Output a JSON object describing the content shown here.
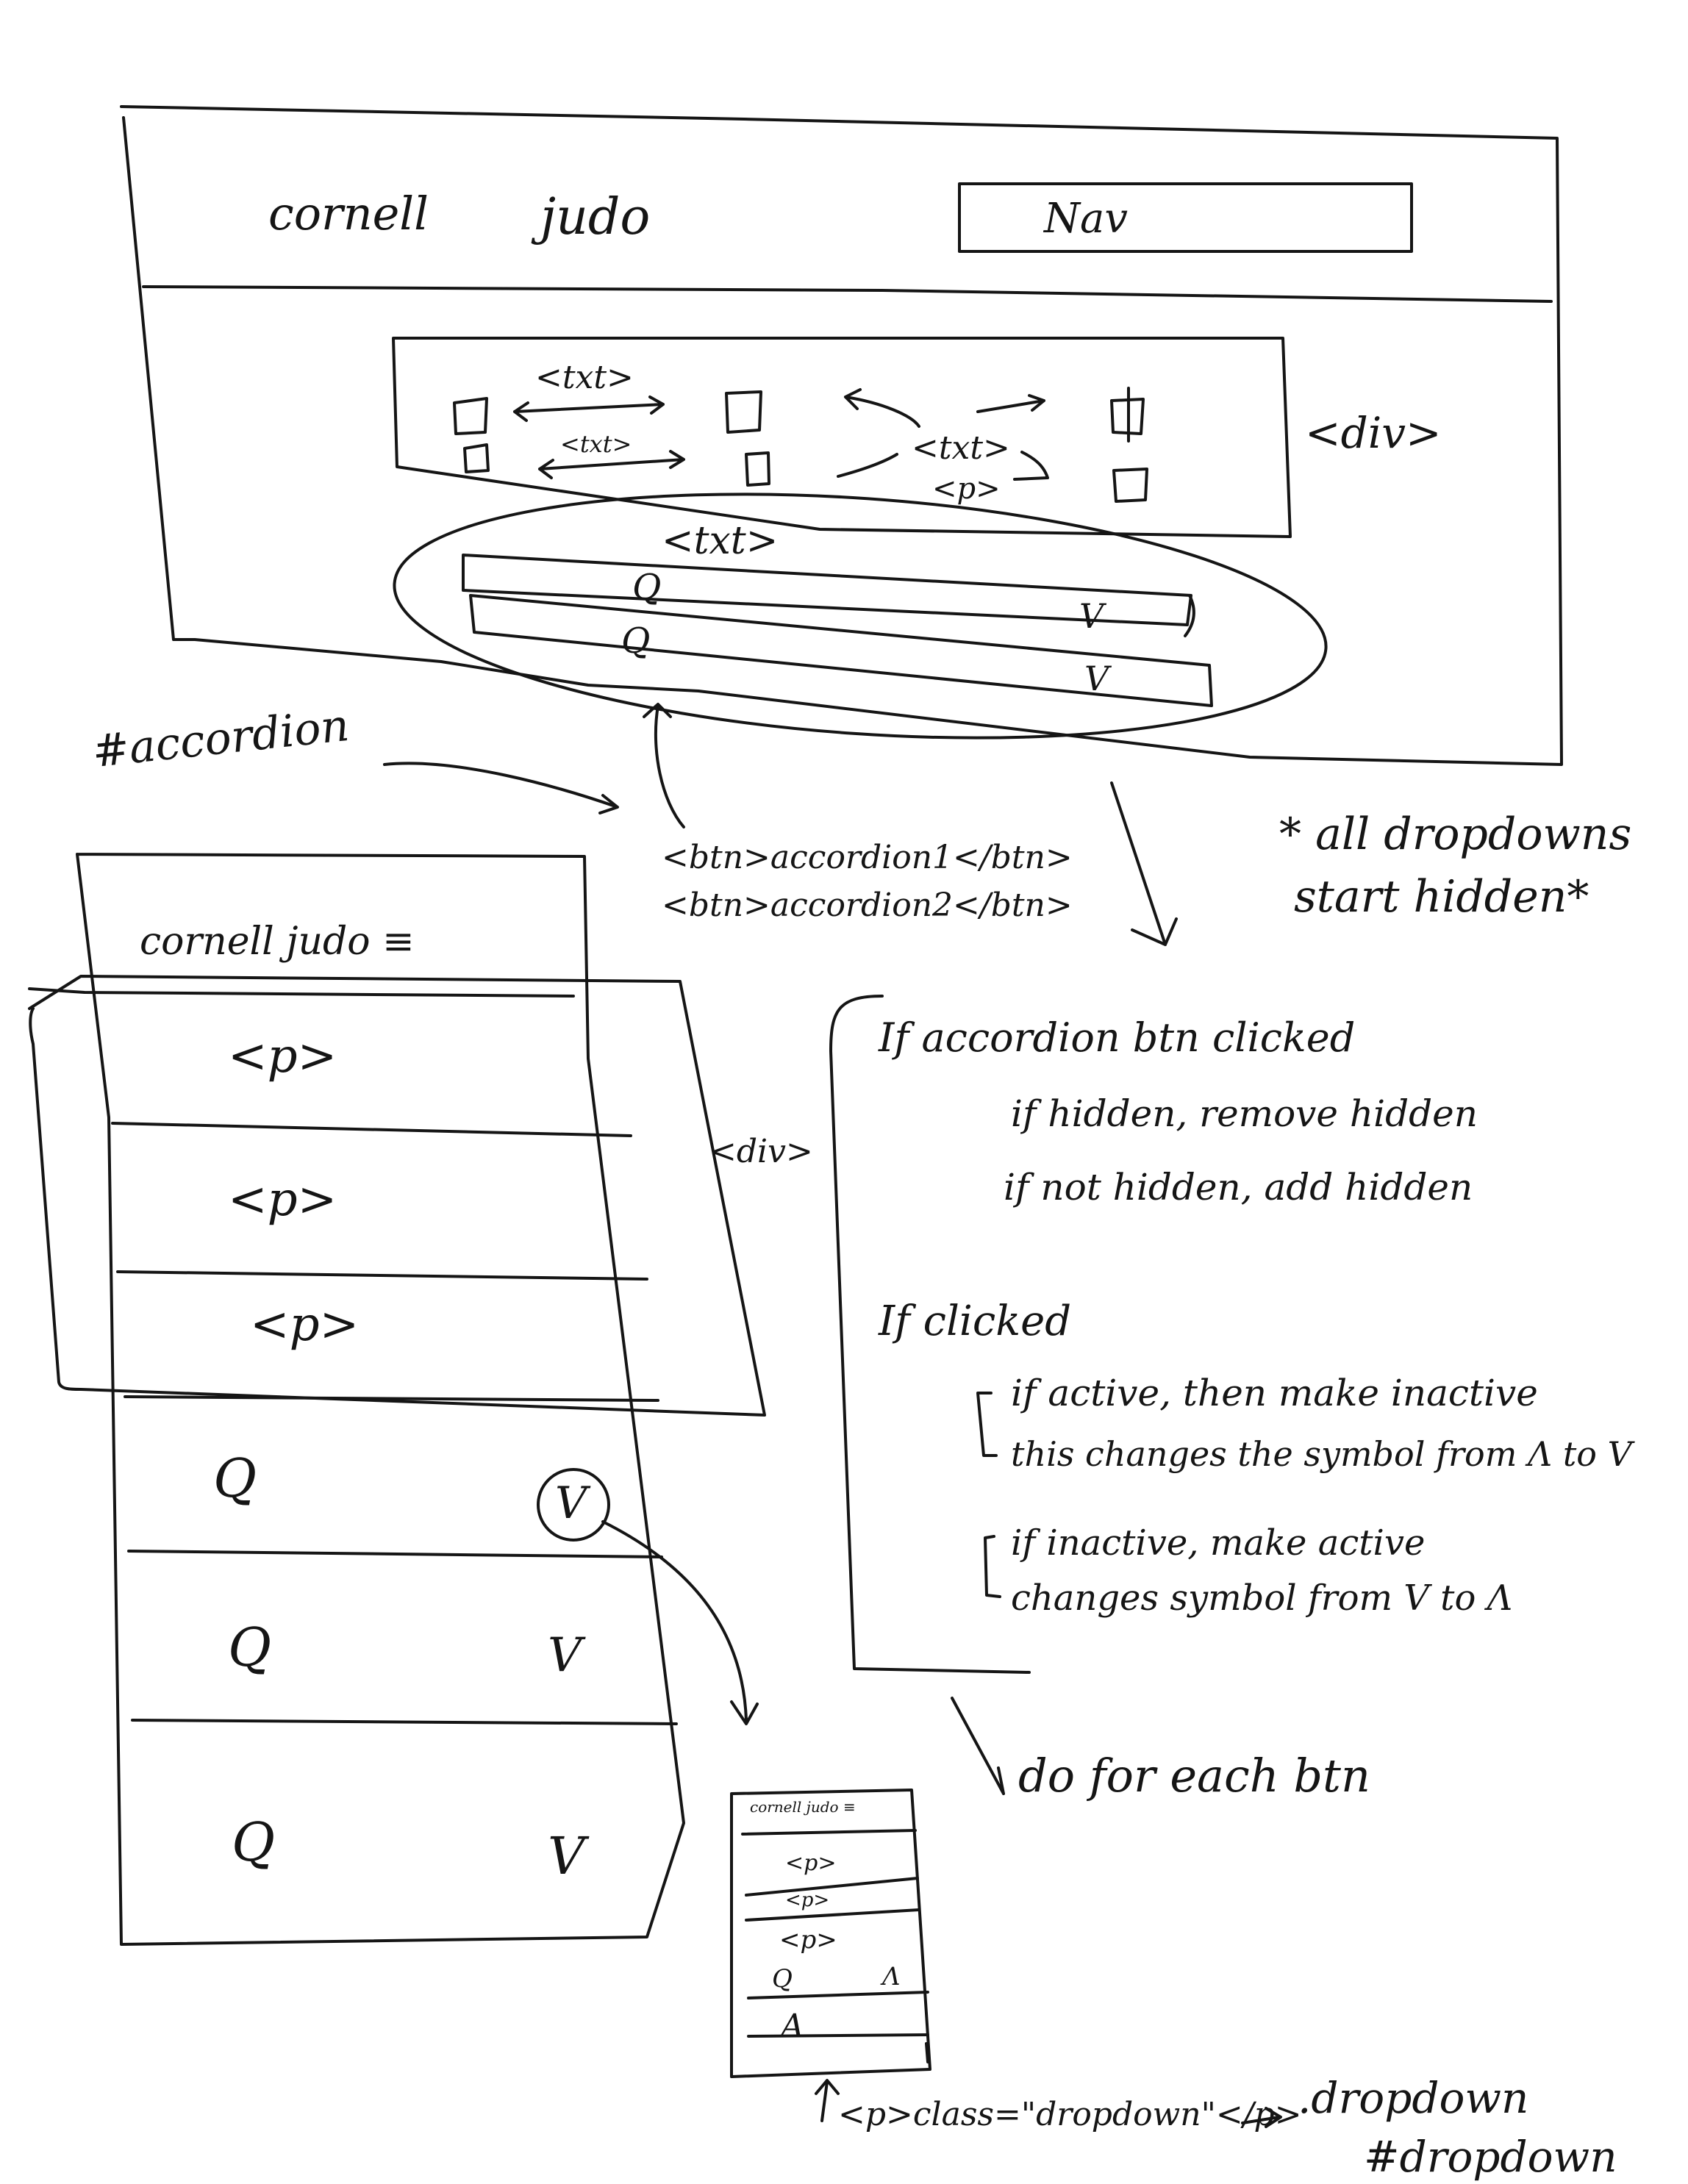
{
  "desktop": {
    "logo_left": "cornell",
    "logo_right": "judo",
    "nav_label": "Nav",
    "gallery_label": "<div>",
    "gallery_txt_top": "<txt>",
    "gallery_txt_mid": "<txt>",
    "gallery_txt_right": "<txt>",
    "gallery_p": "<p>",
    "accordion_txt": "<txt>",
    "rows": [
      {
        "q": "Q",
        "chevron": "V"
      },
      {
        "q": "Q",
        "chevron": "V"
      }
    ]
  },
  "accordion_label": "#accordion",
  "button_notes": [
    "<btn>accordion1</btn>",
    "<btn>accordion2</btn>"
  ],
  "note_hidden": [
    "* all dropdowns",
    "start hidden*"
  ],
  "logic": {
    "heading1": "If accordion btn clicked",
    "line1": "if hidden, remove hidden",
    "line2": "if not hidden, add hidden",
    "heading2": "If clicked",
    "active1": "if active, then make inactive",
    "active2": "this changes the symbol from Λ to V",
    "inactive1": "if inactive, make active",
    "inactive2": "changes symbol from V to Λ",
    "footer": "do for each btn"
  },
  "mobile": {
    "header": "cornell judo ≡",
    "div_label": "<div>",
    "paragraphs": [
      "<p>",
      "<p>",
      "<p>"
    ],
    "rows": [
      {
        "q": "Q",
        "chevron": "V"
      },
      {
        "q": "Q",
        "chevron": "V"
      },
      {
        "q": "Q",
        "chevron": "V"
      }
    ]
  },
  "mini": {
    "header": "cornell judo ≡",
    "p1": "<p>",
    "p2": "<p>",
    "p3": "<p>",
    "q": "Q",
    "chevron": "Λ",
    "answer": "A"
  },
  "bottom_note": "<p>class=\"dropdown\"</p>",
  "dropdown_names": [
    ".dropdown",
    "#dropdown"
  ]
}
